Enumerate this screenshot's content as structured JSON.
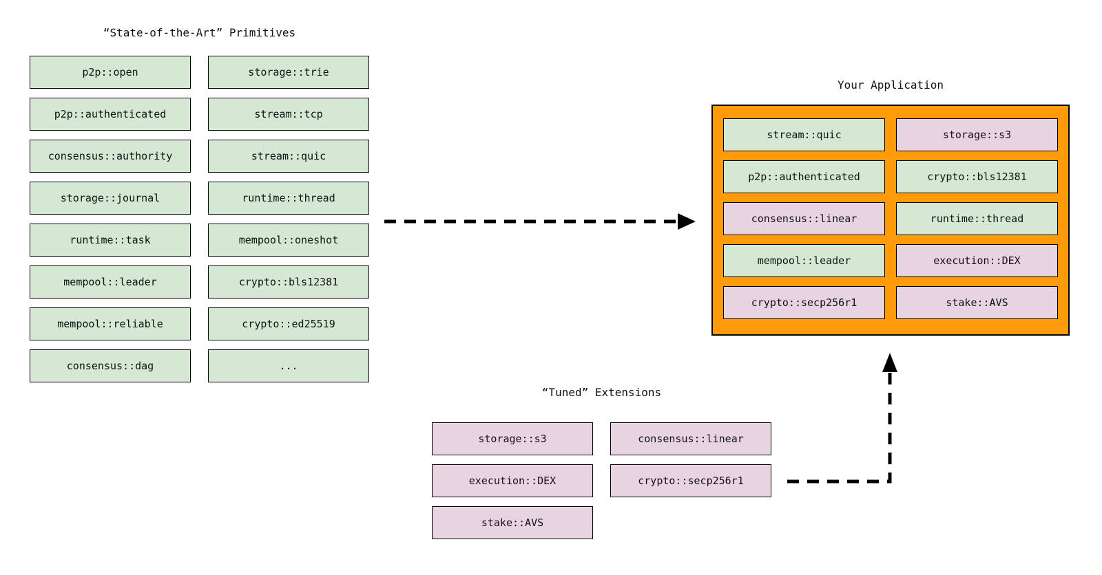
{
  "colors": {
    "green": "#d5e8d4",
    "pink": "#e8d3e1",
    "orange": "#ff9a08",
    "border": "#000000",
    "text": "#111111",
    "bg": "#ffffff",
    "arrow": "#000000"
  },
  "primitives": {
    "title": "“State-of-the-Art” Primitives",
    "columns": [
      [
        "p2p::open",
        "p2p::authenticated",
        "consensus::authority",
        "storage::journal",
        "runtime::task",
        "mempool::leader",
        "mempool::reliable",
        "consensus::dag"
      ],
      [
        "storage::trie",
        "stream::tcp",
        "stream::quic",
        "runtime::thread",
        "mempool::oneshot",
        "crypto::bls12381",
        "crypto::ed25519",
        "..."
      ]
    ]
  },
  "application": {
    "title": "Your Application",
    "items": [
      {
        "label": "stream::quic",
        "variant": "green"
      },
      {
        "label": "storage::s3",
        "variant": "pink"
      },
      {
        "label": "p2p::authenticated",
        "variant": "green"
      },
      {
        "label": "crypto::bls12381",
        "variant": "green"
      },
      {
        "label": "consensus::linear",
        "variant": "pink"
      },
      {
        "label": "runtime::thread",
        "variant": "green"
      },
      {
        "label": "mempool::leader",
        "variant": "green"
      },
      {
        "label": "execution::DEX",
        "variant": "pink"
      },
      {
        "label": "crypto::secp256r1",
        "variant": "pink"
      },
      {
        "label": "stake::AVS",
        "variant": "pink"
      }
    ]
  },
  "extensions": {
    "title": "“Tuned” Extensions",
    "columns": [
      [
        "storage::s3",
        "execution::DEX",
        "stake::AVS"
      ],
      [
        "consensus::linear",
        "crypto::secp256r1"
      ]
    ]
  }
}
